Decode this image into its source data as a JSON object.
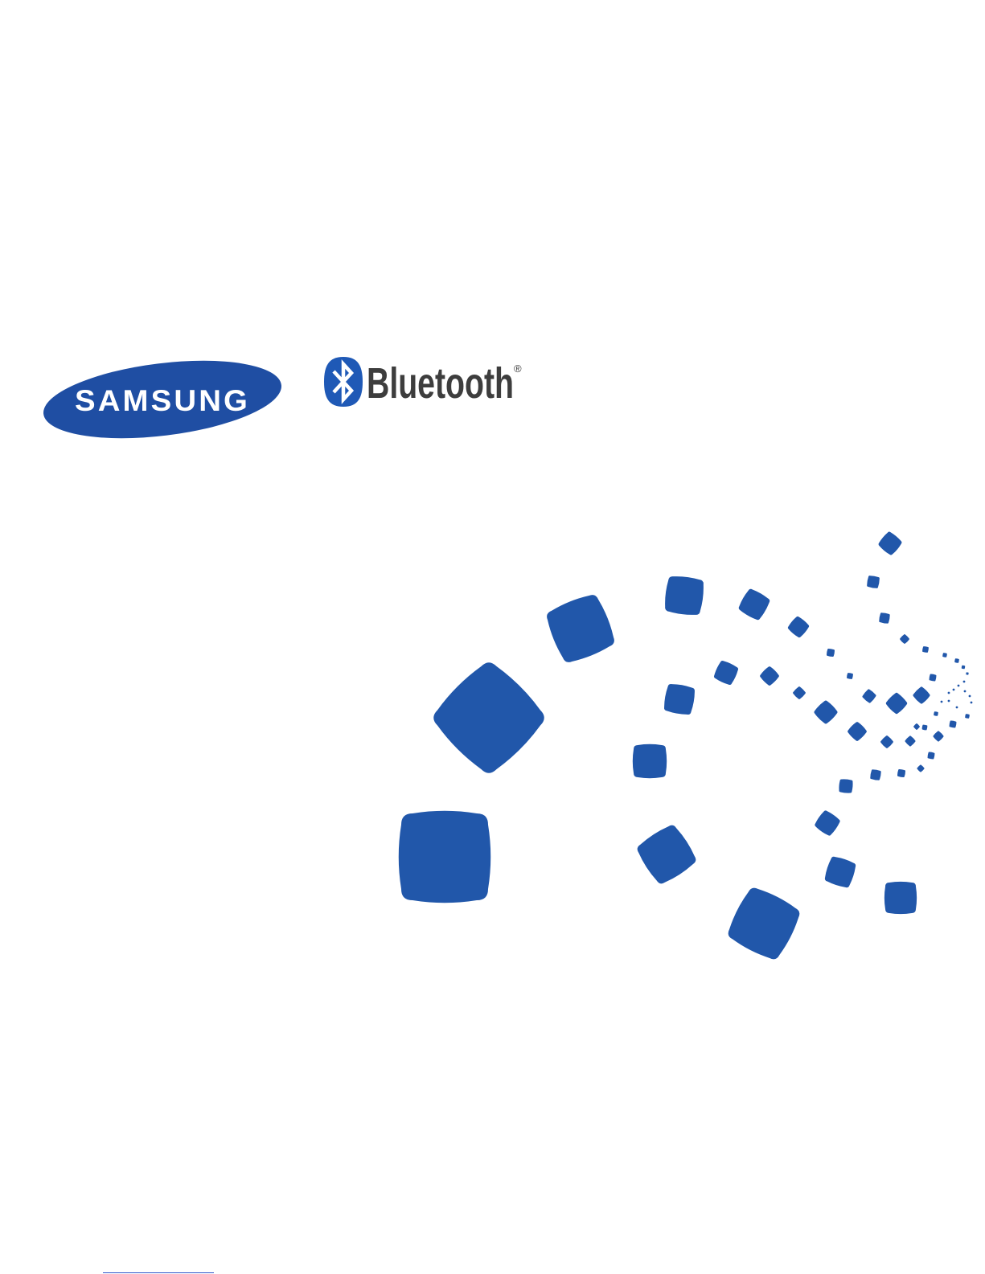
{
  "brand": {
    "samsung_logo_text": "SAMSUNG",
    "bluetooth_word": "Bluetooth",
    "registered_mark": "®",
    "icons": [
      "samsung-oval-logo",
      "bluetooth-rune-icon"
    ]
  },
  "colors": {
    "samsung_blue": "#1f4ea3",
    "pattern_blue": "#2157aa",
    "bluetooth_badge": "#1f59b6",
    "wordmark_gray": "#3d3d3d",
    "background": "#ffffff"
  }
}
